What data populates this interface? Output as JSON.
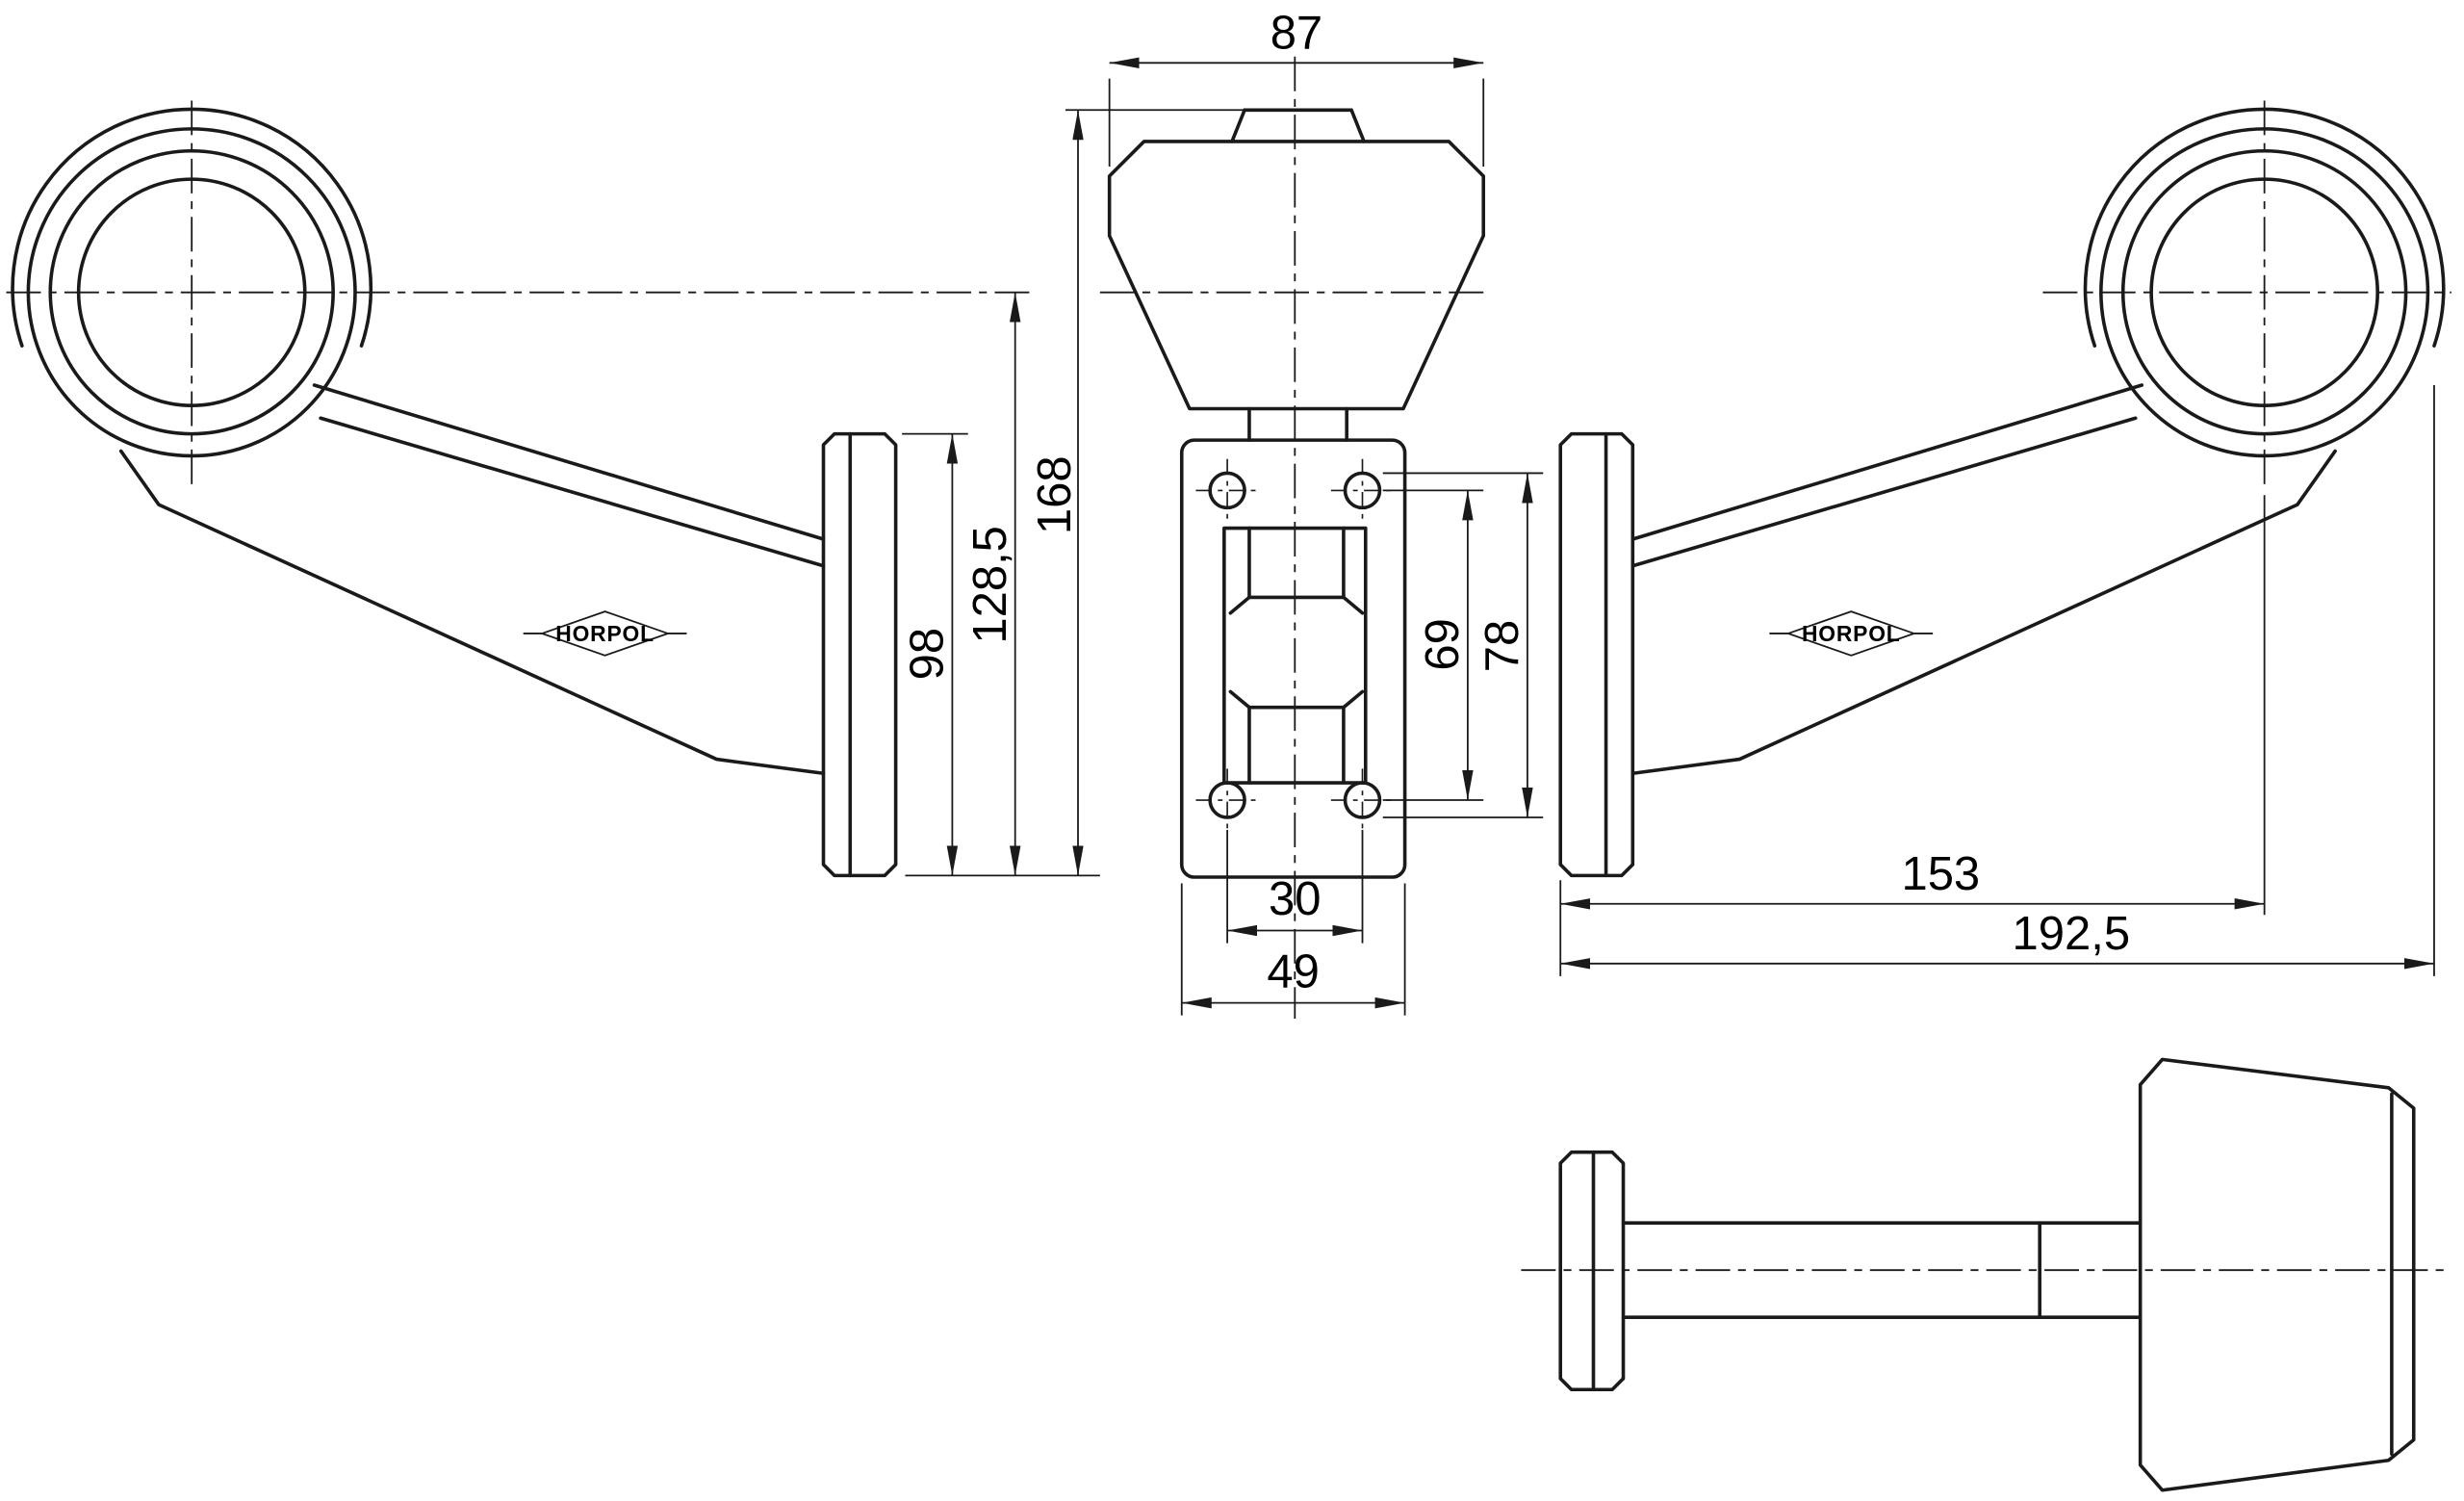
{
  "drawing": {
    "brand": "HORPOL",
    "colors": {
      "line": "#1a1a1a",
      "background": "#ffffff"
    },
    "dimensions_mm": {
      "head_width": "87",
      "overall_height": "168",
      "axis_to_bracket_bottom": "128,5",
      "bracket_height": "98",
      "hole_vertical_spacing": "69",
      "hole_outer_span": "78",
      "hole_horizontal_spacing": "30",
      "bracket_plate_width": "49",
      "bracket_to_lamp_axis": "153",
      "overall_length": "192,5"
    }
  }
}
